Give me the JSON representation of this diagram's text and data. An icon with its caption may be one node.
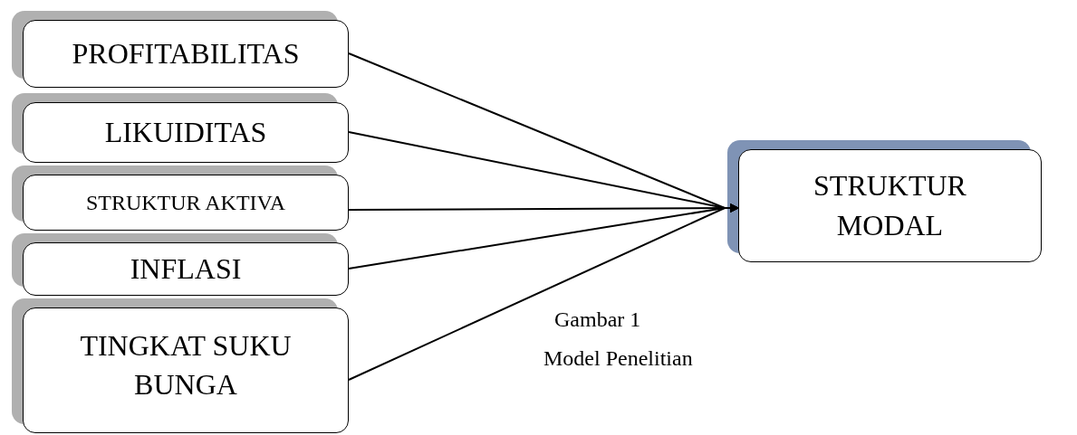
{
  "diagram": {
    "nodes": [
      {
        "text": [
          "PROFITABILITAS"
        ]
      },
      {
        "text": [
          "LIKUIDITAS"
        ]
      },
      {
        "text": [
          "STRUKTUR AKTIVA"
        ]
      },
      {
        "text": [
          "INFLASI"
        ]
      },
      {
        "text": [
          "TINGKAT SUKU BUNGA"
        ]
      },
      {
        "text": [
          "STRUKTUR MODAL"
        ]
      }
    ],
    "edges": [
      {
        "from": 0,
        "to": 5,
        "arrow": "to"
      },
      {
        "from": 1,
        "to": 5,
        "arrow": "to"
      },
      {
        "from": 2,
        "to": 5,
        "arrow": "to"
      },
      {
        "from": 3,
        "to": 5,
        "arrow": "to"
      },
      {
        "from": 4,
        "to": 5,
        "arrow": "to"
      }
    ],
    "labels": [
      "Gambar 1",
      "Model Penelitian"
    ]
  }
}
